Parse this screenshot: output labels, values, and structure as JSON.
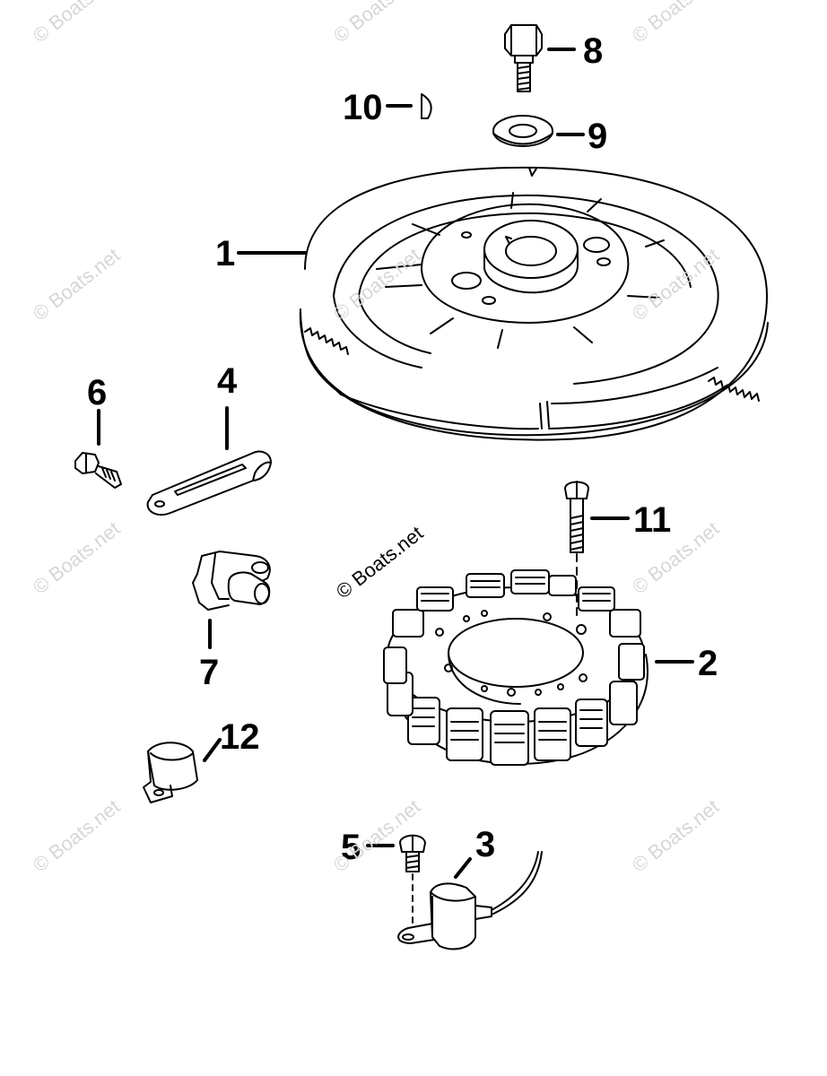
{
  "labels": {
    "p1": "1",
    "p2": "2",
    "p3": "3",
    "p4": "4",
    "p5": "5",
    "p6": "6",
    "p7": "7",
    "p8": "8",
    "p9": "9",
    "p10": "10",
    "p11": "11",
    "p12": "12"
  },
  "watermark": {
    "light": "© Boats.net",
    "dark": "© Boats.net"
  },
  "colors": {
    "ink": "#000000",
    "watermark": "#d6d6d6",
    "background": "#ffffff"
  }
}
